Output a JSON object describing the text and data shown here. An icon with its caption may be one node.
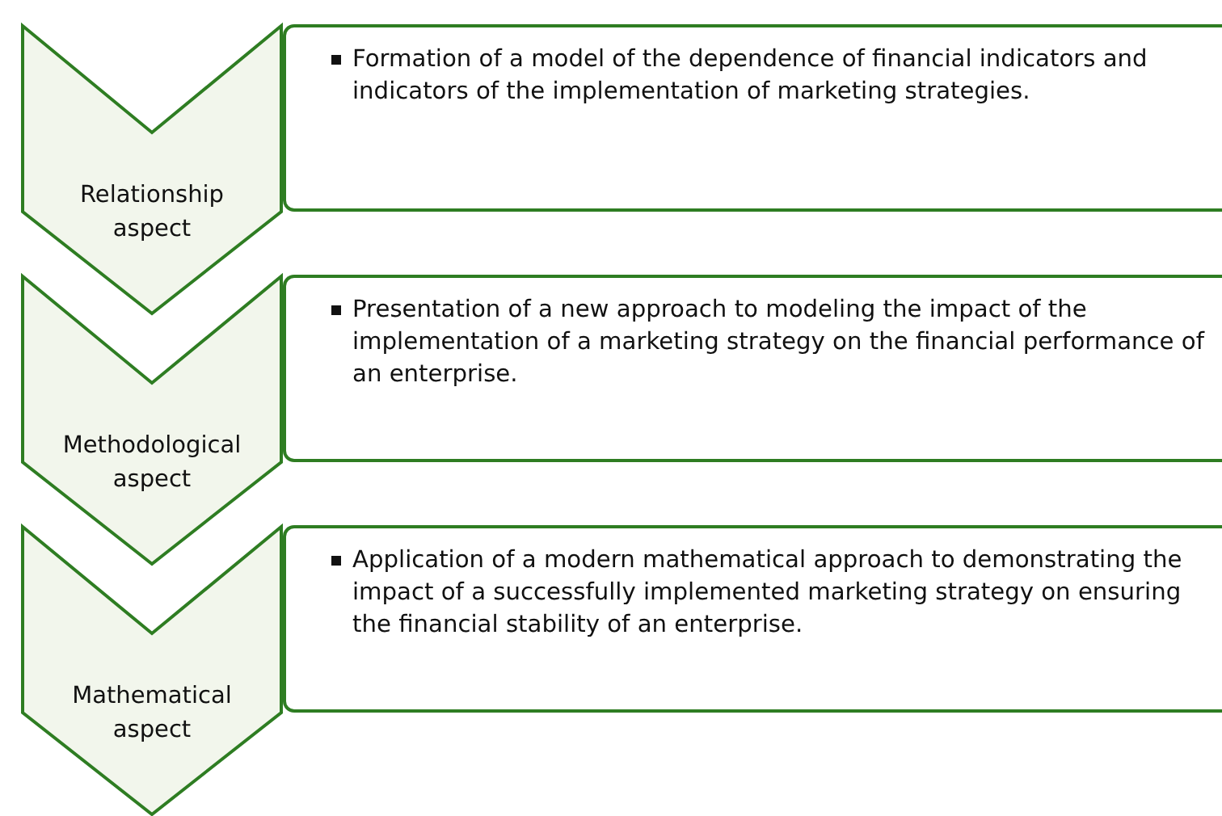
{
  "diagram": {
    "nodes": [
      {
        "text": [
          "Relationship aspect"
        ]
      },
      {
        "text": [
          "Formation of a model of the dependence of financial indicators and indicators of the implementation of marketing strategies."
        ]
      },
      {
        "text": [
          "Methodological aspect"
        ]
      },
      {
        "text": [
          "Presentation of a new approach to modeling the impact of the implementation of a marketing strategy on the financial performance of an enterprise."
        ]
      },
      {
        "text": [
          "Mathematical aspect"
        ]
      },
      {
        "text": [
          "Application of a modern mathematical approach to demonstrating the impact of a successfully implemented marketing strategy on ensuring the financial stability of an enterprise."
        ]
      }
    ]
  }
}
